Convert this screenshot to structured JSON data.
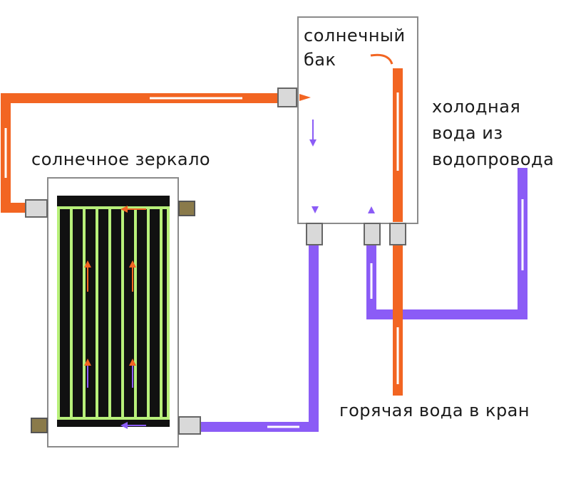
{
  "labels": {
    "tank_line1": "солнечный",
    "tank_line2": "бак",
    "cold_line1": "холодная",
    "cold_line2": "вода из",
    "cold_line3": "водопровода",
    "mirror": "солнечное зеркало",
    "hot": "горячая вода в кран"
  },
  "colors": {
    "hot_pipe": "#f26522",
    "cold_pipe": "#8b5cf6",
    "collector_tube": "#b8f07a",
    "collector_gap": "#111111",
    "fitting": "#8a7a4a"
  }
}
